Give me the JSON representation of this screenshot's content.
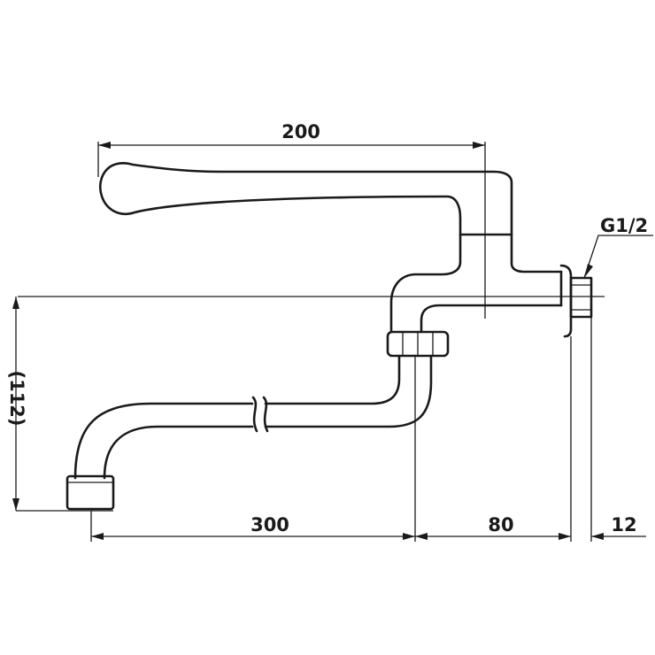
{
  "dimensions": {
    "handle_length": "200",
    "connection_thread": "G1/2",
    "height": "(112)",
    "spout_reach": "300",
    "wall_to_spout": "80",
    "flange_thickness": "12"
  },
  "colors": {
    "line": "#1a1a1a",
    "background": "#ffffff"
  }
}
